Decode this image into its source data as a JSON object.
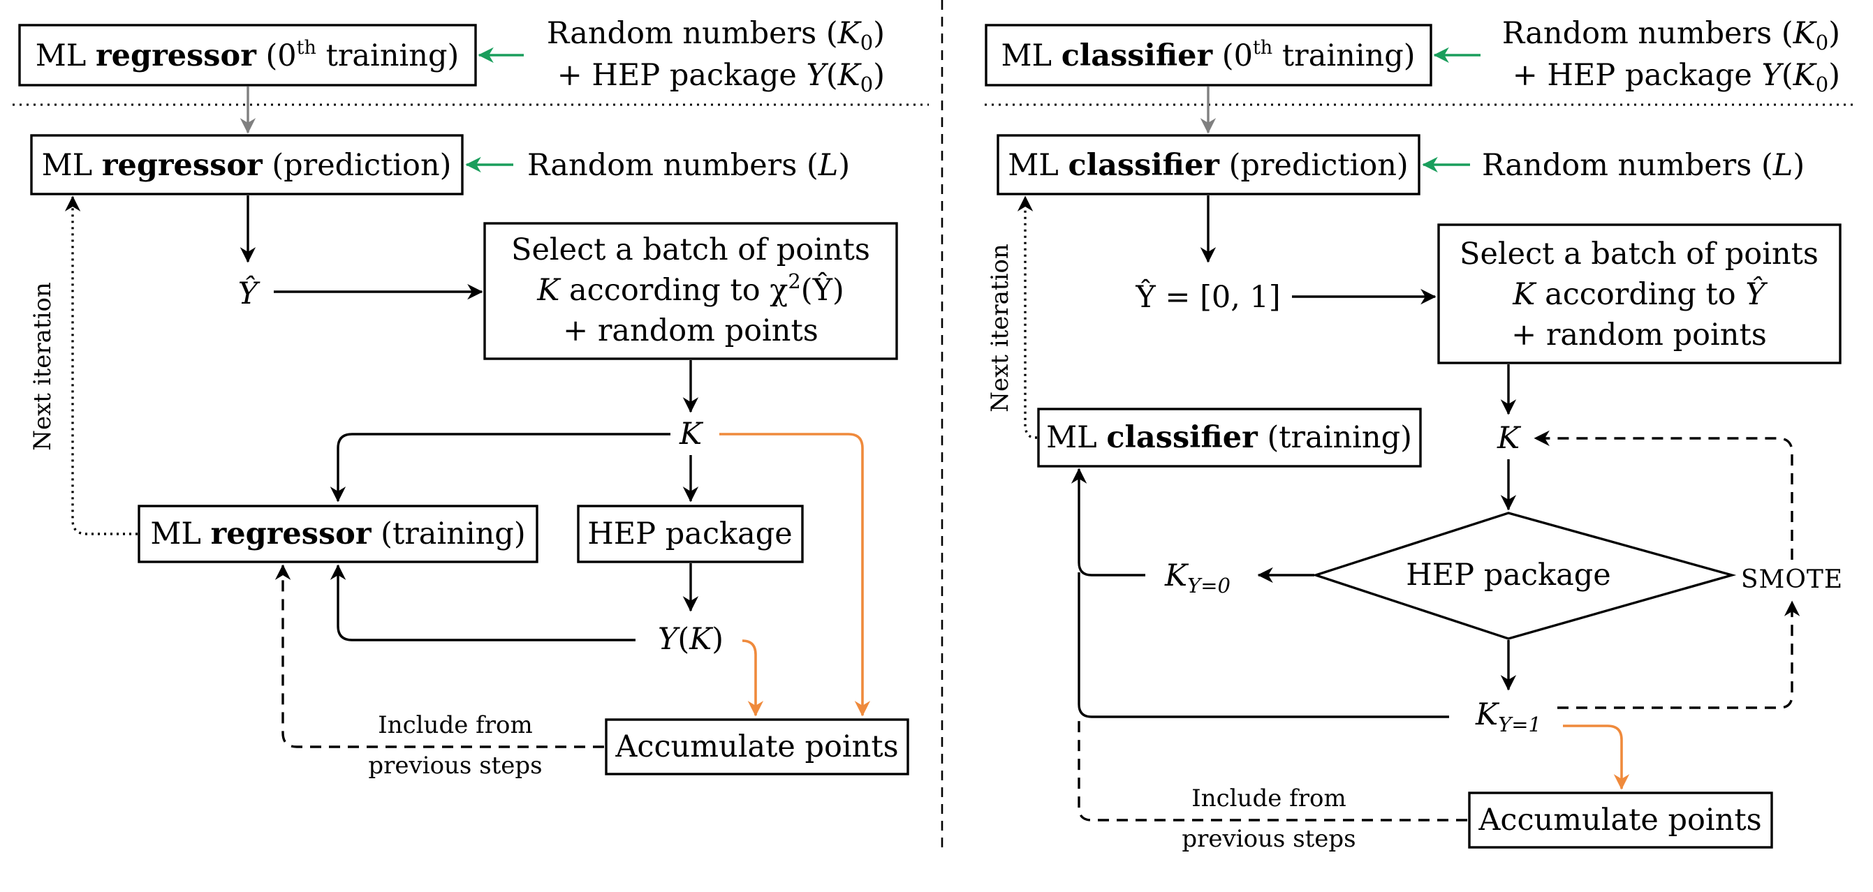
{
  "colors": {
    "input_arrow": "#1a9e5c",
    "accumulate_arrow": "#ef8a3c",
    "init_arrow": "#808080",
    "ink": "#000000"
  },
  "left": {
    "init_box": {
      "prefix": "ML ",
      "bold": "regressor",
      "mid": " (0",
      "sup": "th",
      "suffix": " training)"
    },
    "init_input": {
      "line1_text": "Random numbers (",
      "line1_var": "K",
      "line1_sub": "0",
      "line1_close": ")",
      "line2_text": "+ HEP package ",
      "line2_var": "Y",
      "line2_open": "(",
      "line2_var2": "K",
      "line2_sub": "0",
      "line2_close": ")"
    },
    "pred_box": {
      "prefix": "ML ",
      "bold": "regressor",
      "suffix": " (prediction)"
    },
    "pred_input": {
      "text": "Random numbers (",
      "var": "L",
      "close": ")"
    },
    "yhat": "Ŷ",
    "select_box": {
      "line1": "Select a batch of points",
      "line2_var": "K",
      "line2_text": " according to χ",
      "line2_sup": "2",
      "line2_tail": "(Ŷ)",
      "line3": "+ random points"
    },
    "k": "K",
    "train_box": {
      "prefix": "ML ",
      "bold": "regressor",
      "suffix": " (training)"
    },
    "hep_box": "HEP package",
    "yk": {
      "var": "Y",
      "open": "(",
      "var2": "K",
      "close": ")"
    },
    "accumulate_box": "Accumulate points",
    "include_line1": "Include from",
    "include_line2": "previous steps",
    "next_iteration": "Next iteration"
  },
  "right": {
    "init_box": {
      "prefix": "ML ",
      "bold": "classifier",
      "mid": " (0",
      "sup": "th",
      "suffix": " training)"
    },
    "init_input": {
      "line1_text": "Random numbers (",
      "line1_var": "K",
      "line1_sub": "0",
      "line1_close": ")",
      "line2_text": "+ HEP package ",
      "line2_var": "Y",
      "line2_open": "(",
      "line2_var2": "K",
      "line2_sub": "0",
      "line2_close": ")"
    },
    "pred_box": {
      "prefix": "ML ",
      "bold": "classifier",
      "suffix": " (prediction)"
    },
    "pred_input": {
      "text": "Random numbers (",
      "var": "L",
      "close": ")"
    },
    "yhat": "Ŷ = [0, 1]",
    "select_box": {
      "line1": "Select a batch of points",
      "line2_var": "K",
      "line2_text": " according to ",
      "line2_tail": "Ŷ",
      "line3": "+ random points"
    },
    "train_box": {
      "prefix": "ML ",
      "bold": "classifier",
      "suffix": " (training)"
    },
    "k": "K",
    "hep_diamond": "HEP package",
    "k_y0": {
      "var": "K",
      "sub": "Y=0"
    },
    "k_y1": {
      "var": "K",
      "sub": "Y=1"
    },
    "smote": "SMOTE",
    "accumulate_box": "Accumulate points",
    "include_line1": "Include from",
    "include_line2": "previous steps",
    "next_iteration": "Next iteration"
  }
}
